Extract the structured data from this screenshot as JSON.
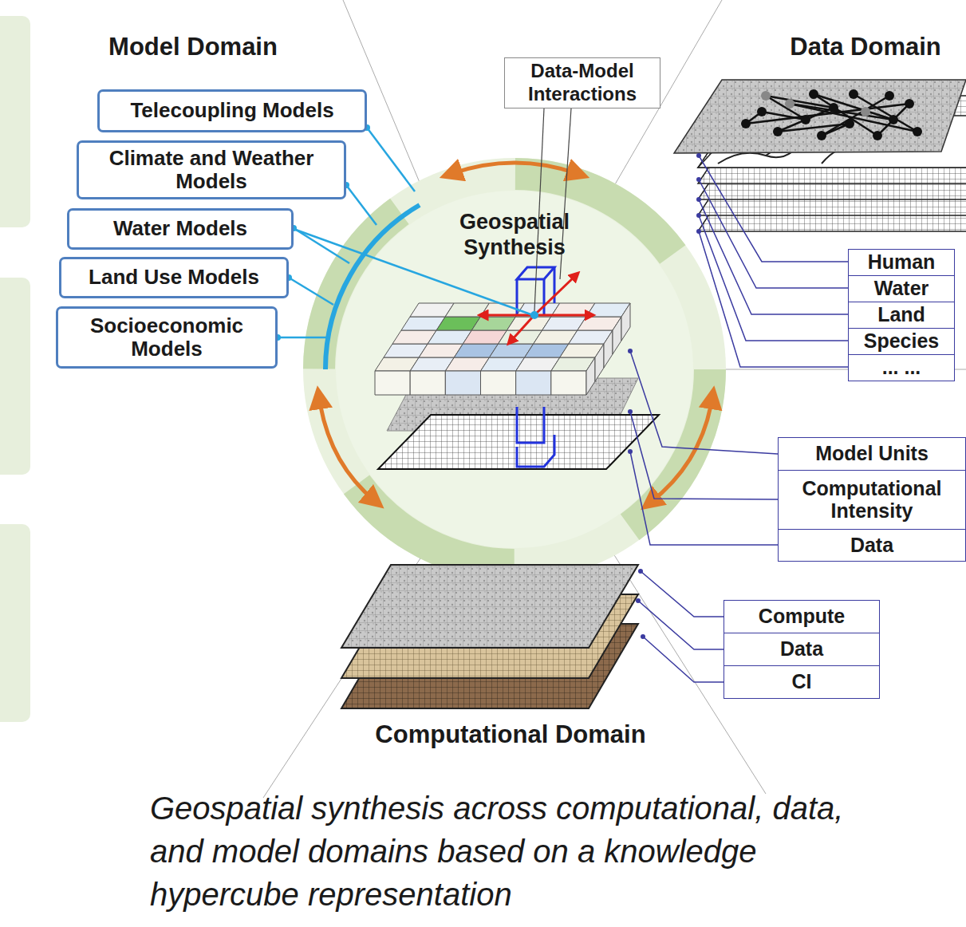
{
  "diagram": {
    "caption": "Geospatial synthesis across computational, data, and model domains based on a knowledge hypercube representation",
    "nodes": [
      {
        "text": [
          "Telecoupling Models"
        ]
      },
      {
        "text": [
          "Data-Model Interactions"
        ]
      },
      {
        "text": [
          "Climate and Weather Models"
        ]
      },
      {
        "text": [
          "Water Models"
        ]
      },
      {
        "text": [
          "Land Use Models"
        ]
      },
      {
        "text": [
          "Socioeconomic Models"
        ]
      },
      {
        "text": [
          "Human"
        ]
      },
      {
        "text": [
          "Water"
        ]
      },
      {
        "text": [
          "Land"
        ]
      },
      {
        "text": [
          "Species"
        ]
      },
      {
        "text": [
          "... ..."
        ]
      },
      {
        "text": [
          "Model Units"
        ]
      },
      {
        "text": [
          "Computational Intensity"
        ]
      },
      {
        "text": [
          "Data"
        ]
      },
      {
        "text": [
          "Compute"
        ]
      },
      {
        "text": [
          "Data"
        ]
      },
      {
        "text": [
          "CI"
        ]
      }
    ],
    "labels": [
      "Model Domain",
      "Data Domain",
      "Geospatial Synthesis",
      "Computational Domain"
    ]
  }
}
